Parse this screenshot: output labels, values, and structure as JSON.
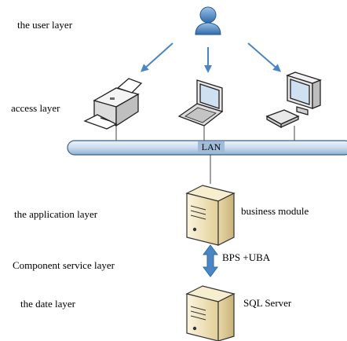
{
  "layers": {
    "user": "the user layer",
    "access": "access layer",
    "application": "the application layer",
    "component": "Component service layer",
    "data": "the date layer"
  },
  "network": {
    "label": "LAN"
  },
  "nodes": {
    "business_module": "business module",
    "sql_server": "SQL Server",
    "link_label": "BPS +UBA"
  },
  "icons": [
    "user-icon",
    "printer-icon",
    "laptop-icon",
    "desktop-computer-icon",
    "server-icon",
    "database-server-icon"
  ],
  "colors": {
    "arrow": "#4a86c4",
    "lan_bar": "#c9dcee",
    "server_body": "#f2e6c2"
  }
}
